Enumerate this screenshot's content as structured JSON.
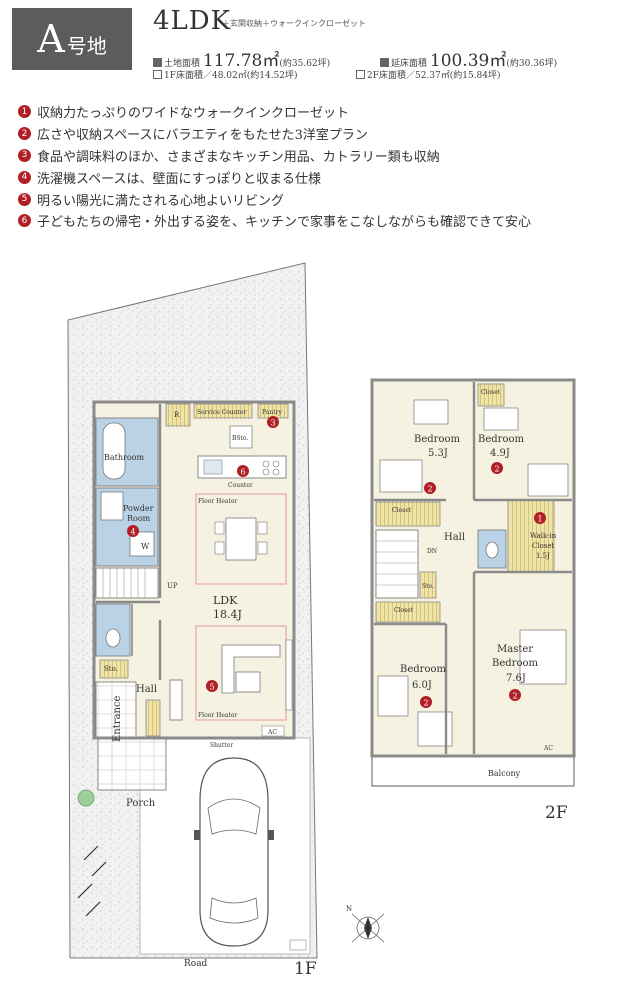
{
  "header": {
    "lot_letter": "A",
    "lot_suffix": "号地",
    "plan_type": "4LDK",
    "plan_extra": "＋玄関収納＋ウォークインクローゼット",
    "land_label": "土地面積",
    "land_value": "117.78㎡",
    "land_tsubo": "(約35.62坪)",
    "floor_label": "延床面積",
    "floor_value": "100.39㎡",
    "floor_tsubo": "(約30.36坪)",
    "f1_area": "1F床面積／48.02㎡(約14.52坪)",
    "f2_area": "2F床面積／52.37㎡(約15.84坪)"
  },
  "features": [
    {
      "num": "1",
      "text": "収納力たっぷりのワイドなウォークインクローゼット"
    },
    {
      "num": "2",
      "text": "広さや収納スペースにバラエティをもたせた3洋室プラン"
    },
    {
      "num": "3",
      "text": "食品や調味料のほか、さまざまなキッチン用品、カトラリー類も収納"
    },
    {
      "num": "4",
      "text": "洗濯機スペースは、壁面にすっぽりと収まる仕様"
    },
    {
      "num": "5",
      "text": "明るい陽光に満たされる心地よいリビング"
    },
    {
      "num": "6",
      "text": "子どもたちの帰宅・外出する姿を、キッチンで家事をこなしながらも確認できて安心"
    }
  ],
  "plan1f": {
    "bathroom": "Bathroom",
    "powder1": "Powder",
    "powder2": "Room",
    "w": "W",
    "up": "UP",
    "sto": "Sto.",
    "hall": "Hall",
    "entrance": "Entrance",
    "porch": "Porch",
    "r": "R",
    "service_counter": "Service Counter",
    "pantry": "Pantry",
    "bsto": "BSto.",
    "counter": "Counter",
    "floor_heater_top": "Floor Heater",
    "floor_heater_bottom": "Floor Heater",
    "ldk": "LDK",
    "ldk_size": "18.4J",
    "shutter": "Shutter",
    "ac": "AC",
    "road": "Road",
    "floor_label": "1F",
    "north": "N"
  },
  "plan2f": {
    "closet_top": "Closet",
    "bedroom_a": "Bedroom",
    "bedroom_a_size": "5.3J",
    "bedroom_b": "Bedroom",
    "bedroom_b_size": "4.9J",
    "closet_a": "Closet",
    "hall": "Hall",
    "dn": "DN",
    "walkin1": "Walk-in",
    "walkin2": "Closet",
    "walkin_size": "1.5J",
    "sto": "Sto.",
    "closet_b": "Closet",
    "bedroom_c": "Bedroom",
    "bedroom_c_size": "6.0J",
    "master1": "Master",
    "master2": "Bedroom",
    "master_size": "7.6J",
    "balcony": "Balcony",
    "ac": "AC",
    "floor_label": "2F"
  },
  "markers_1f": [
    "3",
    "6",
    "4",
    "5"
  ],
  "markers_2f": [
    "2",
    "2",
    "1",
    "2",
    "2"
  ],
  "colors": {
    "badge": "#5d5c5c",
    "accent_red": "#b01f24",
    "wall": "#8a8a8a",
    "water": "#b9d2e6",
    "storage": "#efe4a6",
    "floor": "#f6f2e2",
    "heater": "#e6a5aa"
  }
}
